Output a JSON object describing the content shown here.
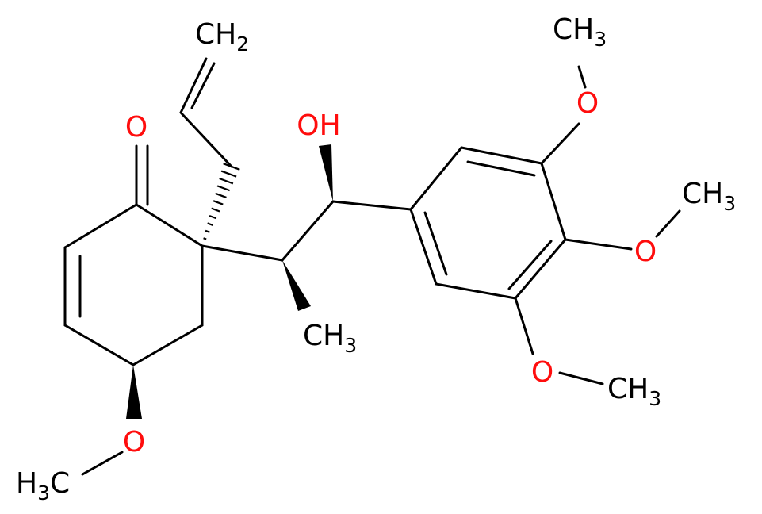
{
  "colors": {
    "bond": "#000000",
    "oxygen": "#ff0d0d",
    "background": "#ffffff"
  },
  "labels": {
    "ketone_o": "O",
    "hydroxyl": "OH",
    "vinyl": {
      "main": "CH",
      "sub": "2"
    },
    "branch_methyl": {
      "main": "CH",
      "sub": "3"
    },
    "ring_methoxy_o": "O",
    "ring_methoxy_methyl": {
      "pre": "H",
      "sub": "3",
      "post": "C"
    },
    "aryl_methoxy_top_o": "O",
    "aryl_methoxy_top_methyl": {
      "main": "CH",
      "sub": "3"
    },
    "aryl_methoxy_mid_o": "O",
    "aryl_methoxy_mid_methyl": {
      "main": "CH",
      "sub": "3"
    },
    "aryl_methoxy_bot_o": "O",
    "aryl_methoxy_bot_methyl": {
      "main": "CH",
      "sub": "3"
    }
  }
}
